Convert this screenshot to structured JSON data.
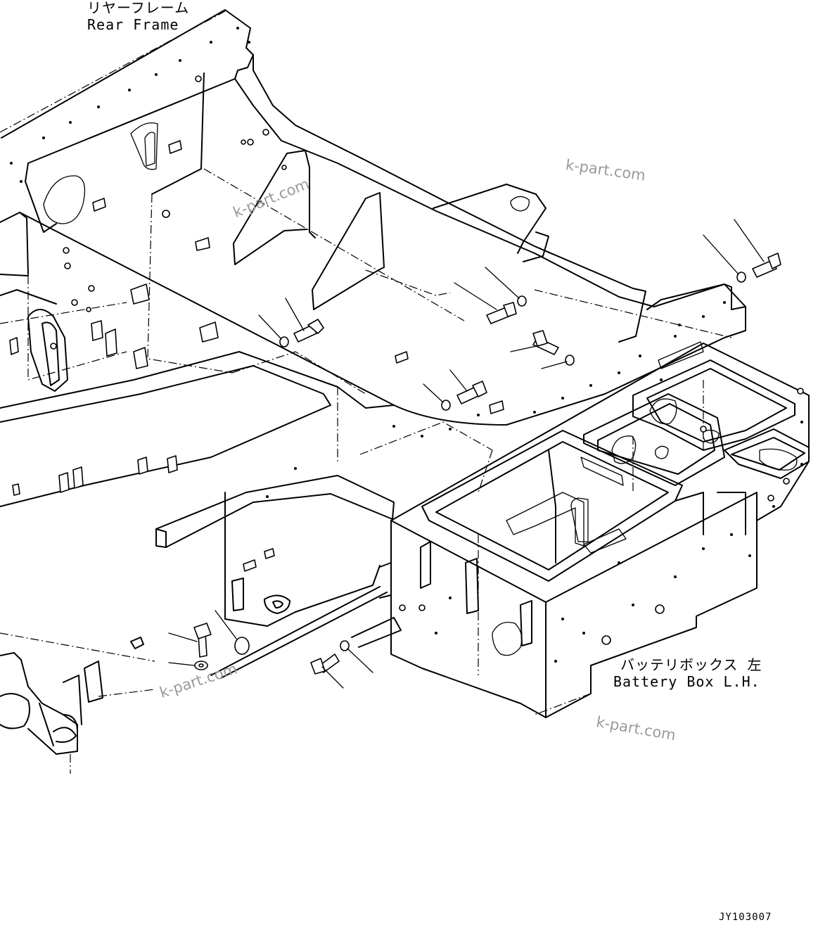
{
  "labels": {
    "rear_frame_jp": "リヤーフレーム",
    "rear_frame_en": "Rear Frame",
    "battery_box_jp": "バッテリボックス 左",
    "battery_box_en": "Battery Box L.H."
  },
  "watermark": "k-part.com",
  "drawing_code": "JY103007"
}
